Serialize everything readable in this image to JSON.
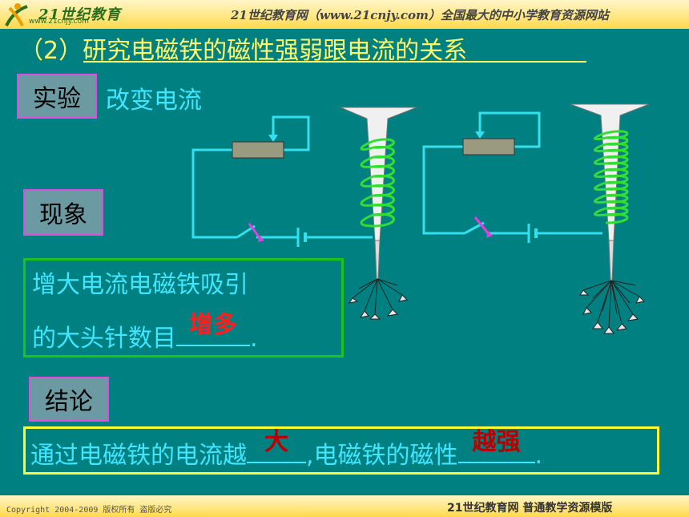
{
  "header": {
    "logo_text": "21世纪教育",
    "logo_sub": "www.21cnjy.com",
    "site_line": "21世纪教育网（www.21cnjy.com）全国最大的中小学教育资源网站"
  },
  "title": "（2）研究电磁铁的磁性强弱跟电流的关系",
  "experiment": {
    "label": "实验",
    "text": "改变电流"
  },
  "phenomenon": {
    "label": "现象",
    "line1": "增大电流电磁铁吸引",
    "line2_prefix": "的大头针数目",
    "answer": "增多",
    "line2_suffix": "."
  },
  "conclusion": {
    "label": "结论",
    "prefix": "通过电磁铁的电流越",
    "answer1": "大",
    "middle": ",电磁铁的磁性",
    "answer2": "越强",
    "suffix": "."
  },
  "footer": {
    "copyright": "Copyright 2004-2009 版权所有 盗版必究",
    "right": "21世纪教育网   普通教学资源模版"
  },
  "colors": {
    "background": "#008080",
    "title": "#fff86a",
    "text": "#40e6ff",
    "answer": "#ff1e1e",
    "coil": "#33dd33",
    "wire": "#33e0f0"
  }
}
